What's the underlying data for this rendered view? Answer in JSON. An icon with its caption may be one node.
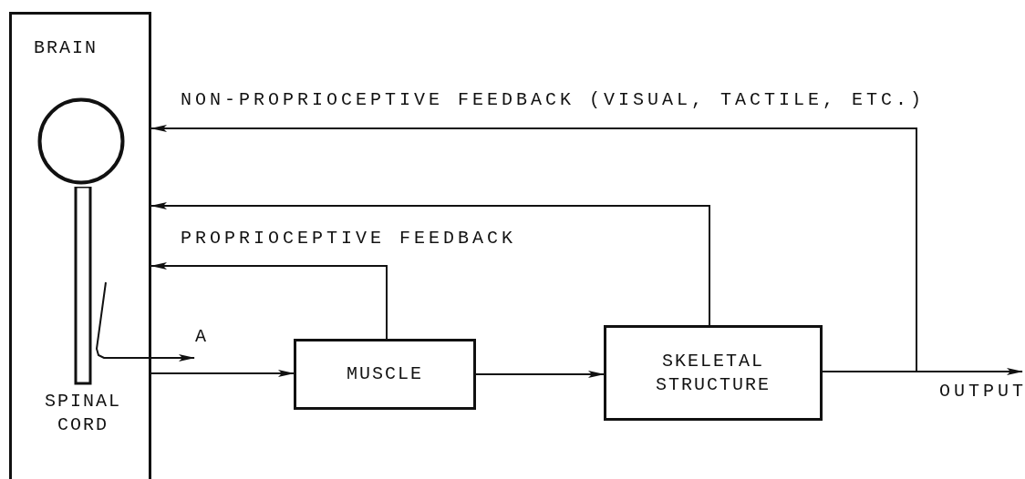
{
  "diagram": {
    "nodes": [
      {
        "text": [
          "BRAIN",
          "SPINAL CORD"
        ]
      },
      {
        "text": [],
        "shape": "circle",
        "in": 0
      },
      {
        "text": [],
        "shape": "bar",
        "in": 0
      },
      {
        "text": [
          "MUSCLE"
        ]
      },
      {
        "text": [
          "SKELETAL STRUCTURE"
        ]
      }
    ],
    "edges": [
      {
        "from": 4,
        "to": 0,
        "arrow": "to",
        "label": "NON-PROPRIOCEPTIVE FEEDBACK (VISUAL, TACTILE, ETC.)"
      },
      {
        "from": 4,
        "to": 0,
        "arrow": "to"
      },
      {
        "from": 3,
        "to": 0,
        "arrow": "to",
        "label": "PROPRIOCEPTIVE FEEDBACK"
      },
      {
        "from": 2,
        "to": null,
        "arrow": "to",
        "label": "A"
      },
      {
        "from": 0,
        "to": 3,
        "arrow": "to"
      },
      {
        "from": 3,
        "to": 4,
        "arrow": "to"
      },
      {
        "from": 4,
        "to": null,
        "arrow": "to",
        "label": "OUTPUT"
      }
    ]
  }
}
